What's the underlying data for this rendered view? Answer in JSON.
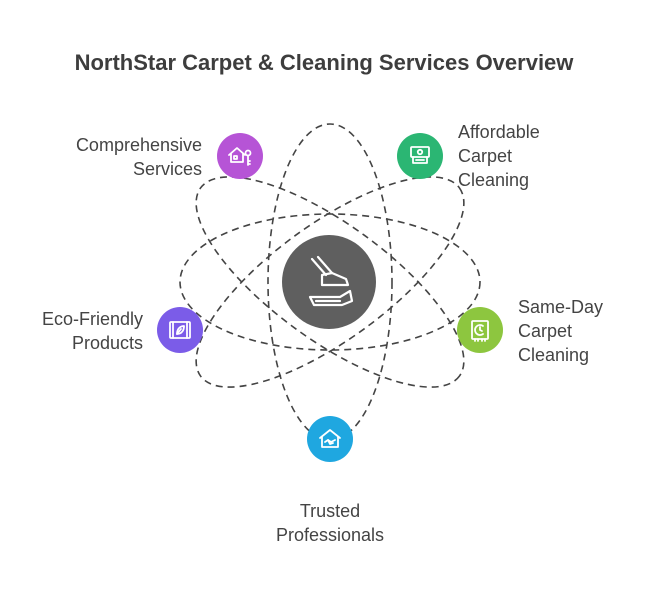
{
  "title": "NorthStar Carpet & Cleaning Services Overview",
  "center": {
    "icon": "carpet-cleaning-icon",
    "color": "#5f5f5f"
  },
  "items": [
    {
      "label": "Comprehensive\nServices",
      "icon": "house-key-icon",
      "color": "#b654d6"
    },
    {
      "label": "Affordable\nCarpet\nCleaning",
      "icon": "money-icon",
      "color": "#2bb673"
    },
    {
      "label": "Same-Day\nCarpet\nCleaning",
      "icon": "clock-rug-icon",
      "color": "#8dc63f"
    },
    {
      "label": "Trusted\nProfessionals",
      "icon": "house-handshake-icon",
      "color": "#1fa7e0"
    },
    {
      "label": "Eco-Friendly\nProducts",
      "icon": "leaf-rug-icon",
      "color": "#7b5ce8"
    }
  ]
}
